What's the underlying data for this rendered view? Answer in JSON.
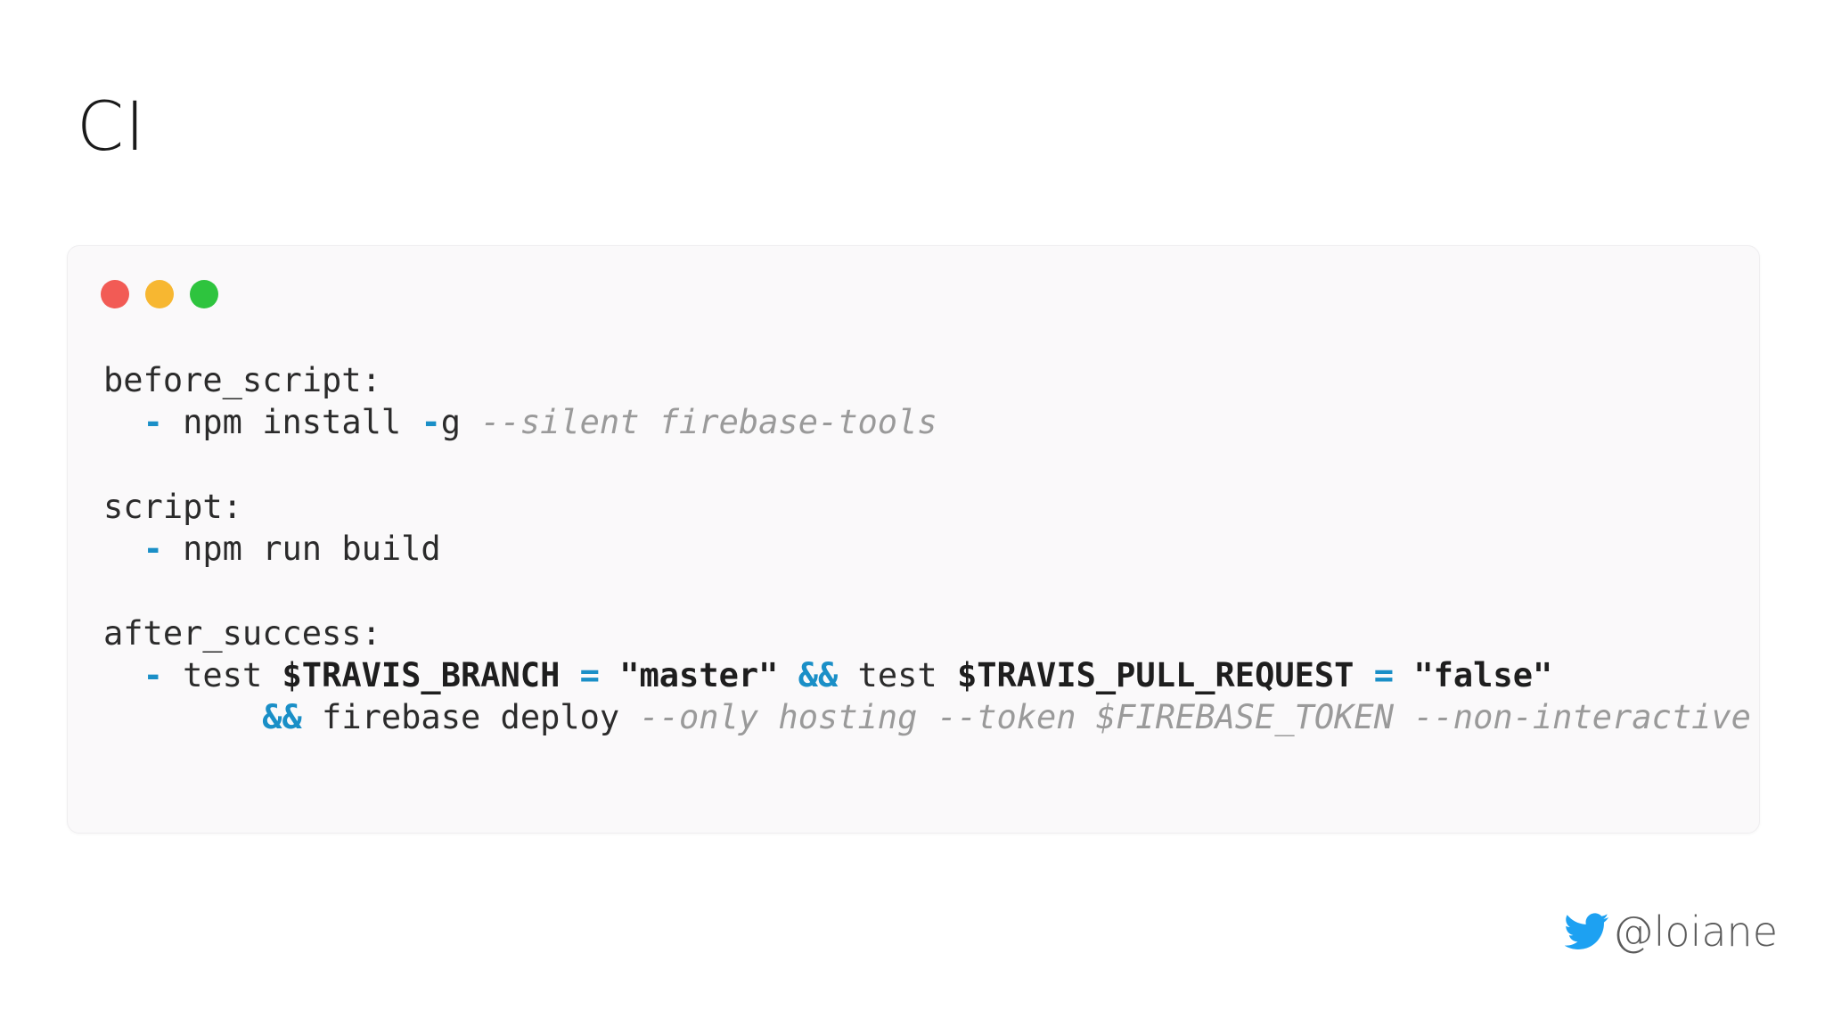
{
  "slide": {
    "title": "CI",
    "handle": "@loiane"
  },
  "window": {
    "lights": [
      {
        "name": "close",
        "color": "#f25b55"
      },
      {
        "name": "minimize",
        "color": "#f7b731"
      },
      {
        "name": "maximize",
        "color": "#2ec43e"
      }
    ]
  },
  "code": {
    "lines": [
      [
        {
          "t": "plain",
          "v": "before_script:"
        }
      ],
      [
        {
          "t": "plain",
          "v": "  "
        },
        {
          "t": "dash",
          "v": "-"
        },
        {
          "t": "plain",
          "v": " npm install "
        },
        {
          "t": "dash",
          "v": "-"
        },
        {
          "t": "plain",
          "v": "g "
        },
        {
          "t": "flag",
          "v": "--silent firebase-tools"
        }
      ],
      [],
      [
        {
          "t": "plain",
          "v": "script:"
        }
      ],
      [
        {
          "t": "plain",
          "v": "  "
        },
        {
          "t": "dash",
          "v": "-"
        },
        {
          "t": "plain",
          "v": " npm run build"
        }
      ],
      [],
      [
        {
          "t": "plain",
          "v": "after_success:"
        }
      ],
      [
        {
          "t": "plain",
          "v": "  "
        },
        {
          "t": "dash",
          "v": "-"
        },
        {
          "t": "plain",
          "v": " test "
        },
        {
          "t": "var",
          "v": "$TRAVIS_BRANCH"
        },
        {
          "t": "plain",
          "v": " "
        },
        {
          "t": "op",
          "v": "="
        },
        {
          "t": "plain",
          "v": " "
        },
        {
          "t": "str",
          "v": "\"master\""
        },
        {
          "t": "plain",
          "v": " "
        },
        {
          "t": "op",
          "v": "&&"
        },
        {
          "t": "plain",
          "v": " test "
        },
        {
          "t": "var",
          "v": "$TRAVIS_PULL_REQUEST"
        },
        {
          "t": "plain",
          "v": " "
        },
        {
          "t": "op",
          "v": "="
        },
        {
          "t": "plain",
          "v": " "
        },
        {
          "t": "str",
          "v": "\"false\""
        }
      ],
      [
        {
          "t": "plain",
          "v": "        "
        },
        {
          "t": "op",
          "v": "&&"
        },
        {
          "t": "plain",
          "v": " firebase deploy "
        },
        {
          "t": "flag",
          "v": "--only hosting --token $FIREBASE_TOKEN --non-interactive"
        }
      ]
    ]
  },
  "icons": {
    "handle_icon": "twitter-bird-icon",
    "handle_icon_color": "#1da1f2"
  }
}
